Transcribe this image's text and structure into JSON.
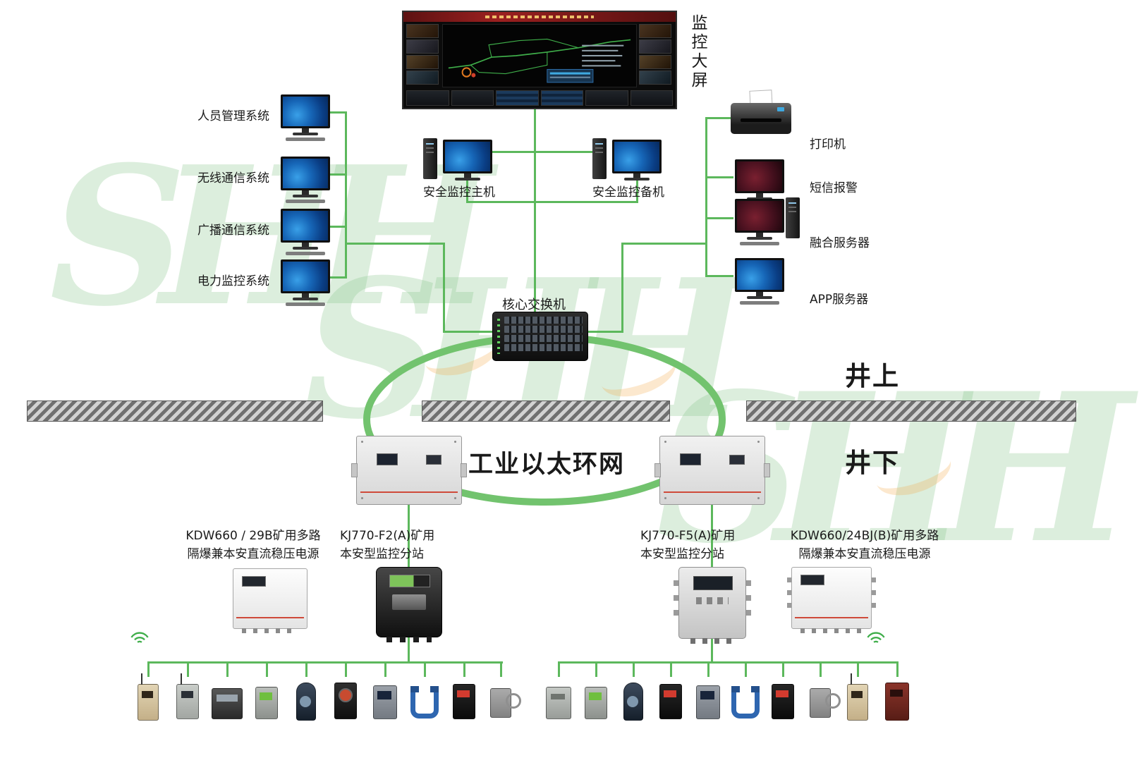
{
  "watermark": {
    "text": "SHH"
  },
  "big_screen": {
    "label": "监控大屏"
  },
  "left_systems": [
    {
      "label": "人员管理系统"
    },
    {
      "label": "无线通信系统"
    },
    {
      "label": "广播通信系统"
    },
    {
      "label": "电力监控系统"
    }
  ],
  "hosts": {
    "primary": "安全监控主机",
    "backup": "安全监控备机"
  },
  "right_devices": [
    {
      "label": "打印机"
    },
    {
      "label": "短信报警"
    },
    {
      "label": "融合服务器"
    },
    {
      "label": "APP服务器"
    }
  ],
  "core_switch": {
    "label": "核心交换机"
  },
  "zones": {
    "surface": "井上",
    "underground": "井下"
  },
  "ring": {
    "label": "工业以太环网"
  },
  "underground_equipment": [
    {
      "line1": "KDW660 / 29B矿用多路",
      "line2": "隔爆兼本安直流稳压电源"
    },
    {
      "line1": "KJ770-F2(A)矿用",
      "line2": "本安型监控分站"
    },
    {
      "line1": "KJ770-F5(A)矿用",
      "line2": "本安型监控分站"
    },
    {
      "line1": "KDW660/24BJ(B)矿用多路",
      "line2": "隔爆兼本安直流稳压电源"
    }
  ],
  "colors": {
    "wire": "#5cb85c",
    "ring": "#72c36e"
  }
}
